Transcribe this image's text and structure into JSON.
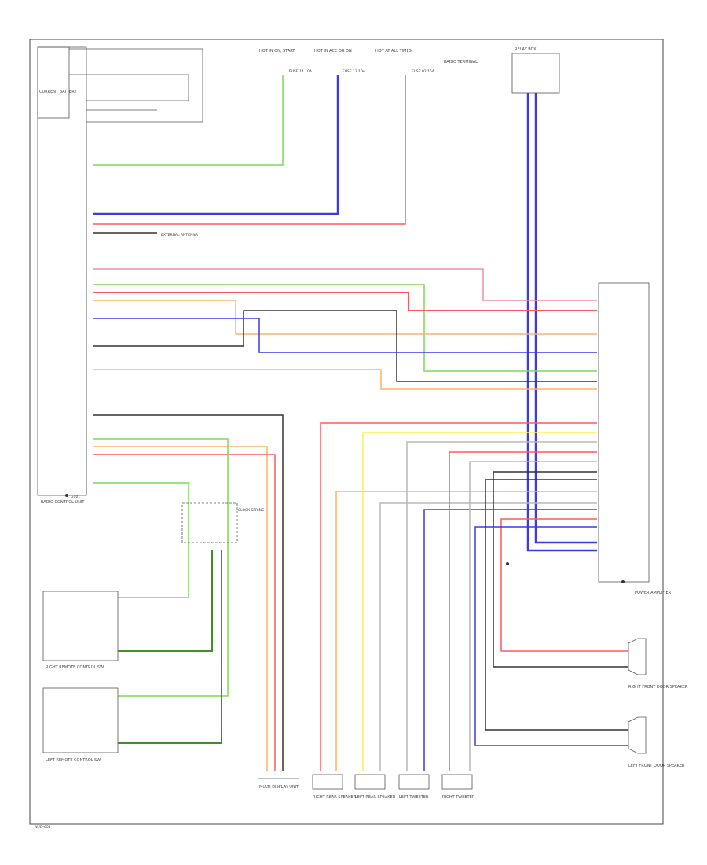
{
  "title": "",
  "colors": {
    "green": "#7ed957",
    "dark_green": "#3f8f2a",
    "blue": "#3a3ae6",
    "red": "#ff5a5a",
    "pink": "#f08fa8",
    "black": "#333333",
    "orange": "#ffb060",
    "yellow": "#ffee55",
    "gray": "#b8b8b8",
    "frame": "#555555"
  },
  "labels": {
    "battery_box": "CURRENT BATTERY",
    "fuse_top_1": "HOT IN ON, START",
    "fuse_top_2": "HOT IN ACC OR ON",
    "fuse_top_3": "HOT AT ALL TIMES",
    "fuse_top_4": "RADIO TERMINAL",
    "fuse_n1": "FUSE 14 10A",
    "fuse_n2": "FUSE 13 10A",
    "fuse_n3": "FUSE 02 15A",
    "relay_box": "RELAY BOX",
    "radio_unit": "RADIO CONTROL UNIT",
    "right_remote": "RIGHT REMOTE CONTROL SW",
    "left_remote": "LEFT REMOTE CONTROL SW",
    "multi_display": "MULTI DISPLAY UNIT",
    "right_rear_spk": "RIGHT REAR SPEAKER",
    "left_rear_spk": "LEFT REAR SPEAKER",
    "left_tweeter": "LEFT TWEETER",
    "right_tweeter": "RIGHT TWEETER",
    "right_front_spk": "RIGHT FRONT DOOR SPEAKER",
    "left_front_spk": "LEFT FRONT DOOR SPEAKER",
    "amplifier": "POWER AMPLIFIER",
    "antenna": "EXTERNAL ANTENNA",
    "clock_spring": "CLOCK SPRING",
    "ground": "G101",
    "page_tag": "W/D-001"
  },
  "wire_colors": {
    "green": "GRN/WHT",
    "blue": "BLU",
    "red": "RED/WHT",
    "pink": "PNK",
    "black": "BLK",
    "orange": "ORN",
    "yellow": "YEL/BLK",
    "gray": "GRY",
    "dark_green": "GRN/BLK"
  }
}
